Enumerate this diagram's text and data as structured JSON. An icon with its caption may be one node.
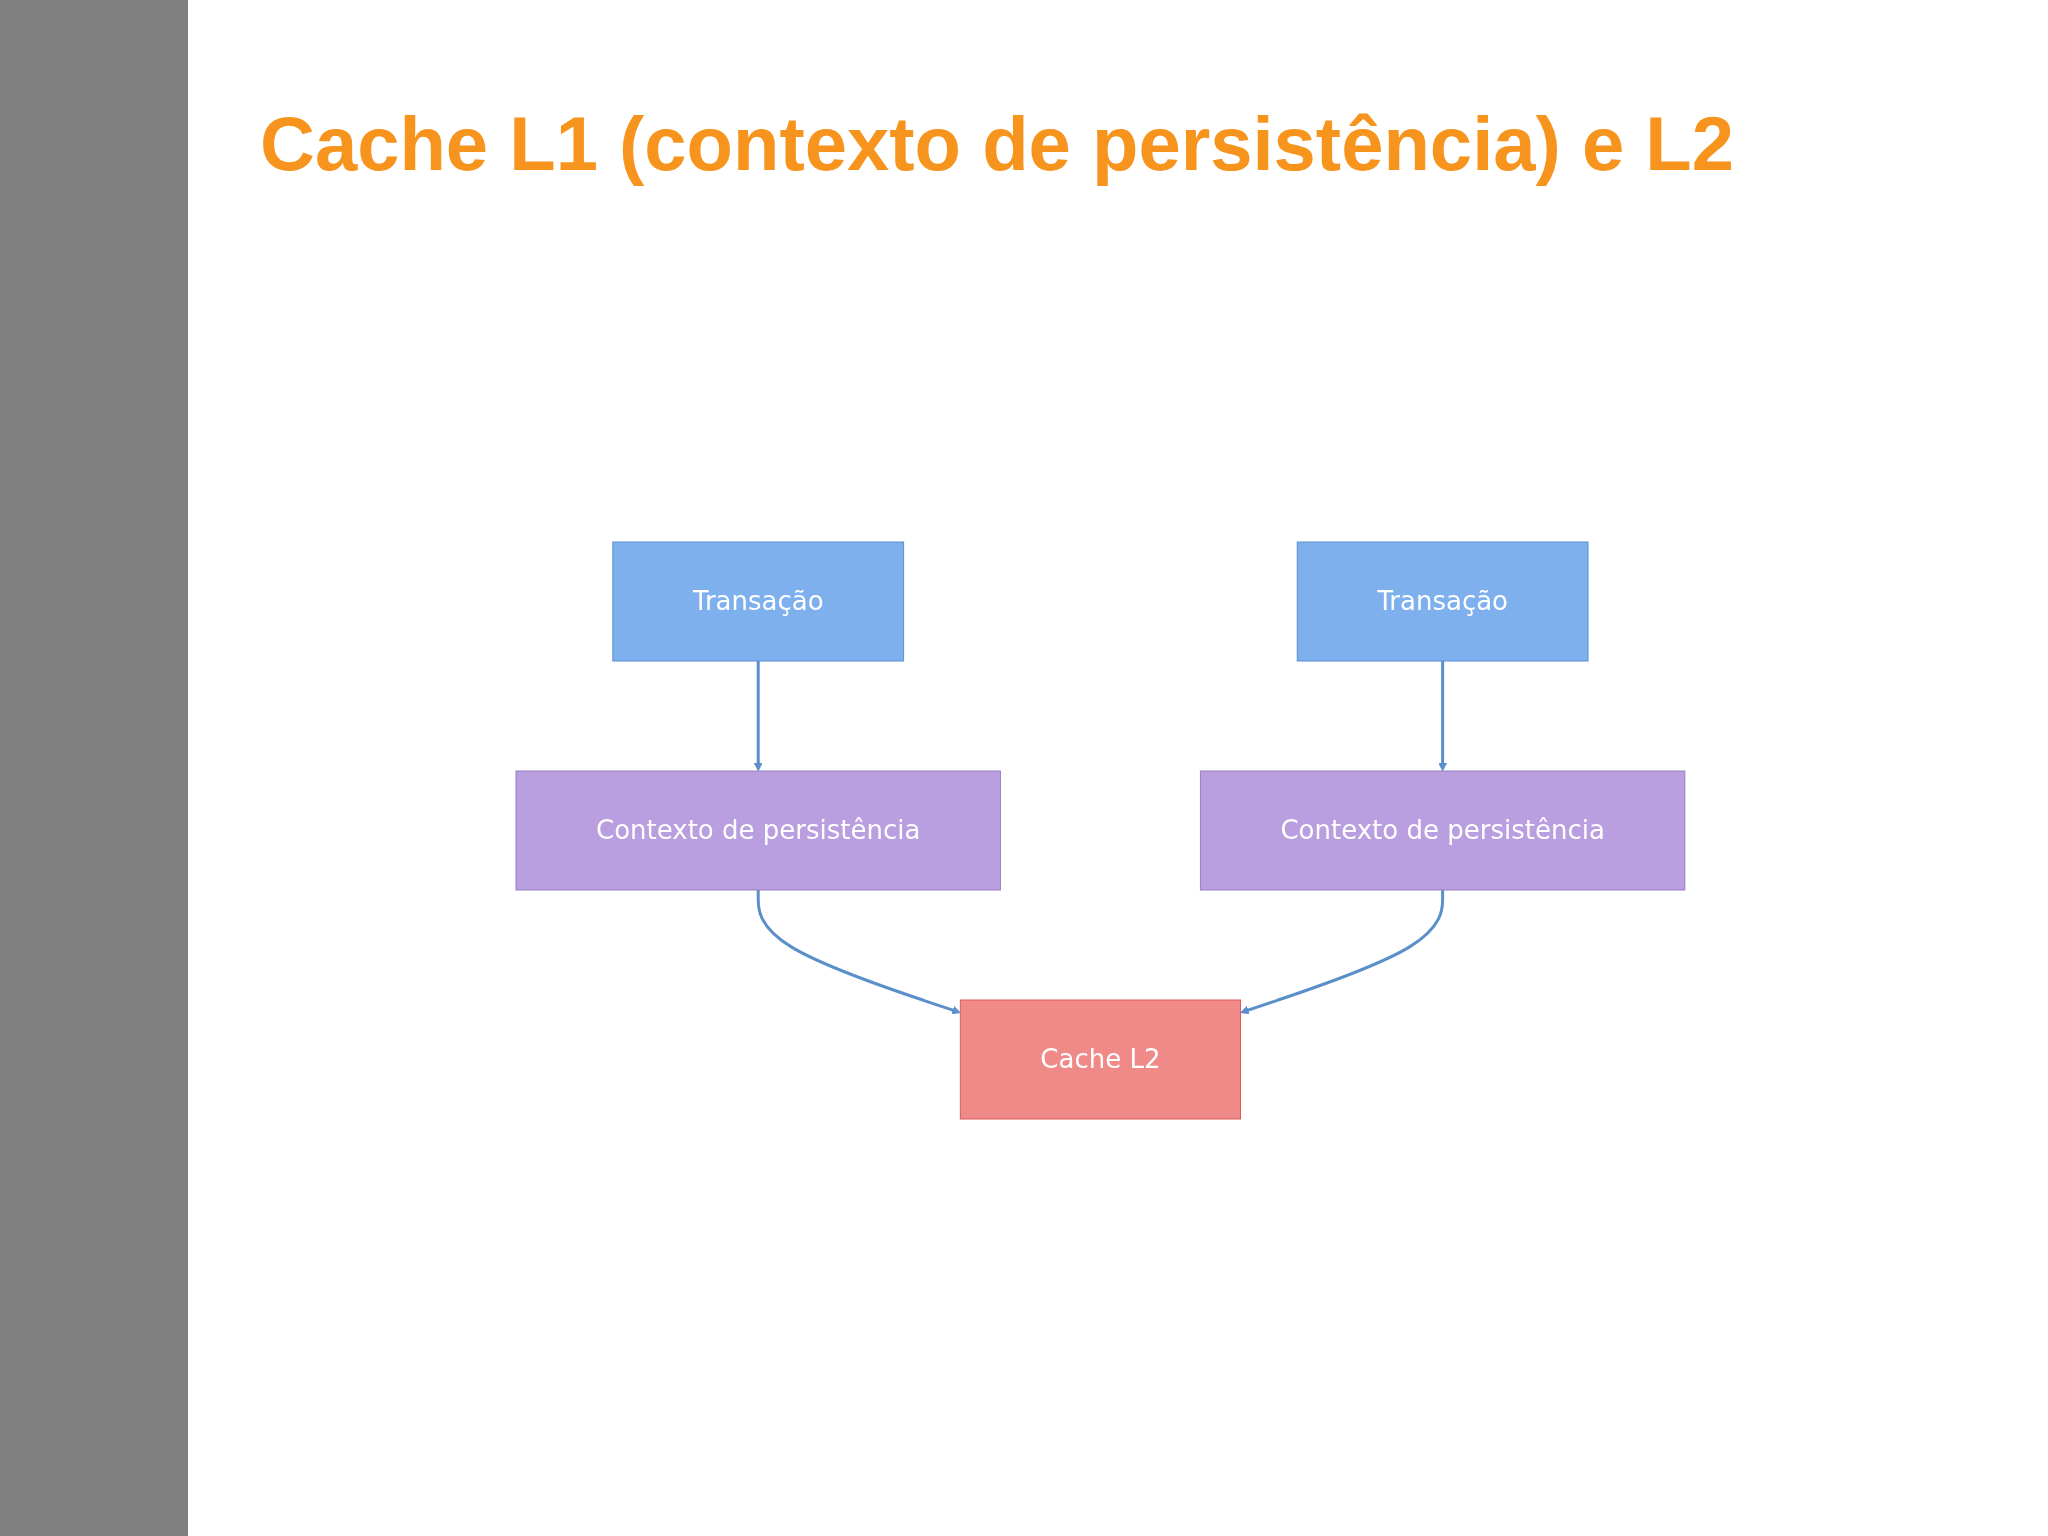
{
  "diagram": {
    "title": "Cache L1 (contexto de persistência) e L2",
    "nodes": [
      {
        "text": [
          "Transação"
        ]
      },
      {
        "text": [
          "Transação"
        ]
      },
      {
        "text": [
          "Contexto de persistência"
        ]
      },
      {
        "text": [
          "Contexto de persistência"
        ]
      },
      {
        "text": [
          "Cache L2"
        ]
      }
    ],
    "edges": [
      {
        "from": 0,
        "to": 2,
        "arrow": "to"
      },
      {
        "from": 1,
        "to": 3,
        "arrow": "to"
      },
      {
        "from": 2,
        "to": 4,
        "arrow": "to"
      },
      {
        "from": 3,
        "to": 4,
        "arrow": "to"
      }
    ]
  }
}
